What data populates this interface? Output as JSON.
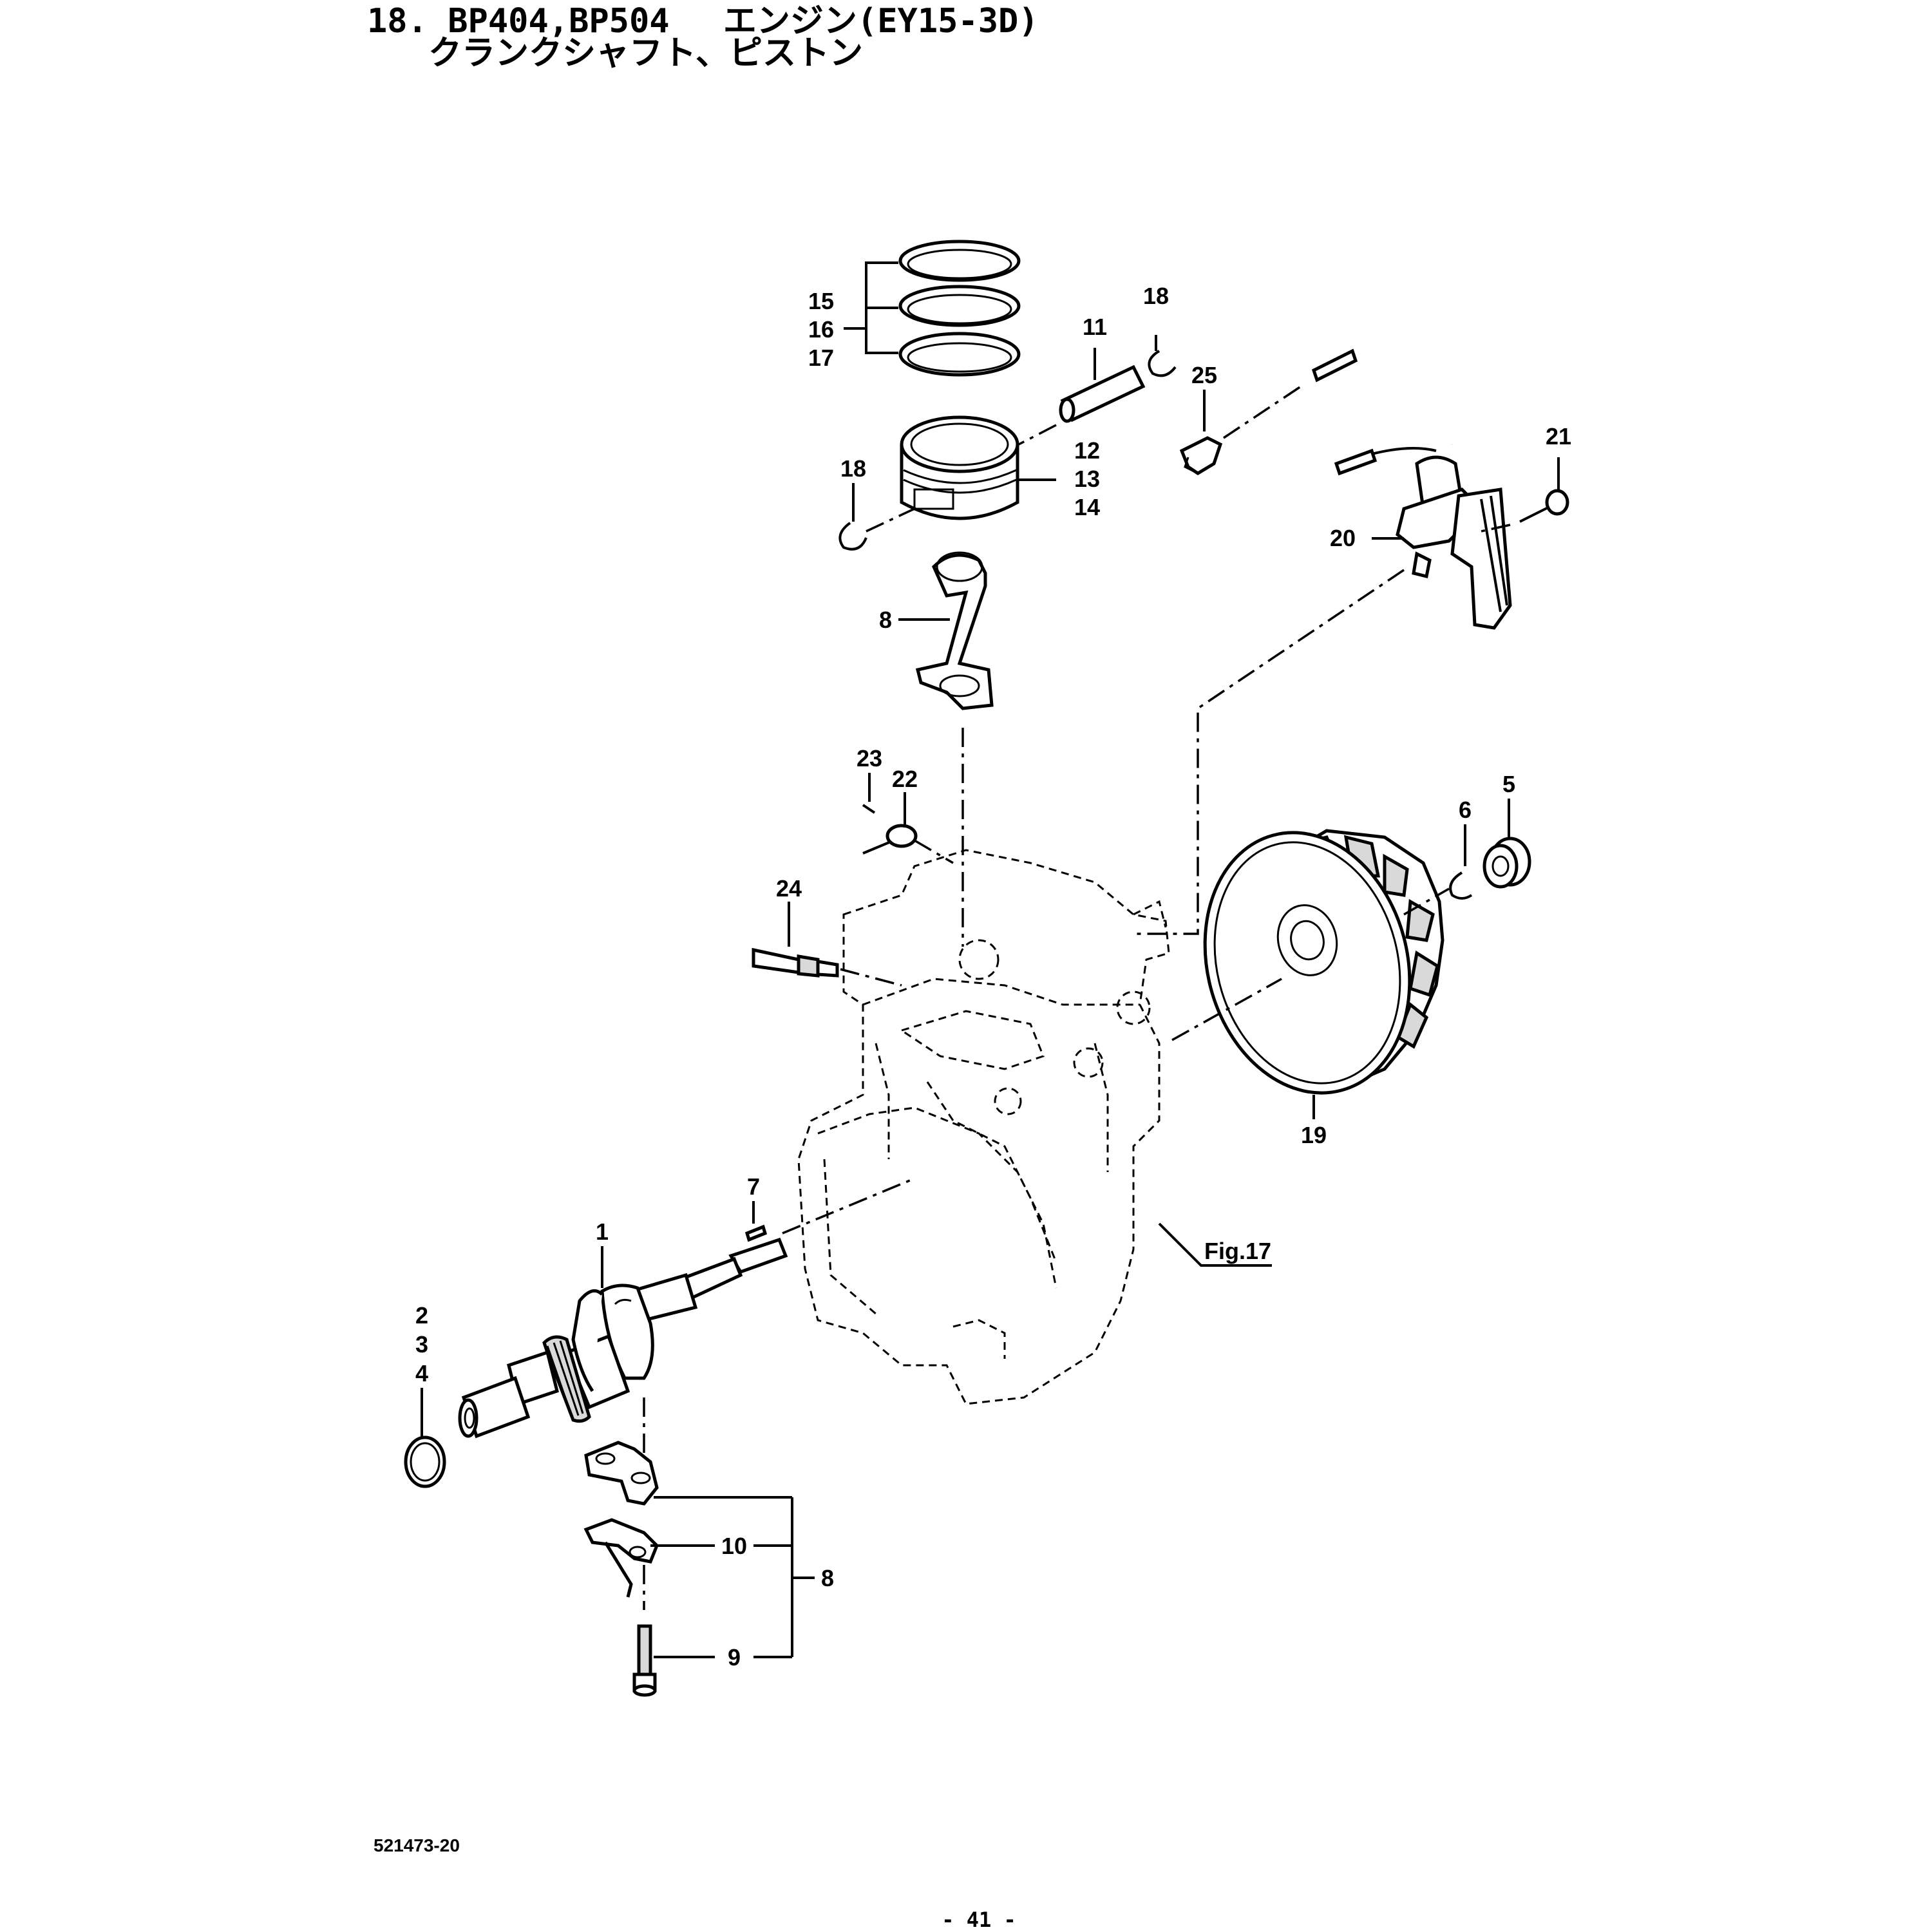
{
  "title": {
    "line1": "18. BP404,BP504　 エンジン(EY15-3D)",
    "line2": "クランクシャフト、ピストン"
  },
  "callouts": {
    "c1": "1",
    "c2": "2",
    "c3": "3",
    "c4": "4",
    "c5": "5",
    "c6": "6",
    "c7": "7",
    "c8_rod": "8",
    "c8_cap": "8",
    "c9": "9",
    "c10": "10",
    "c11": "11",
    "c12": "12",
    "c13": "13",
    "c14": "14",
    "c15": "15",
    "c16": "16",
    "c17": "17",
    "c18_right": "18",
    "c18_left": "18",
    "c19": "19",
    "c20": "20",
    "c21": "21",
    "c22": "22",
    "c23": "23",
    "c24": "24",
    "c25": "25"
  },
  "reference": {
    "fig": "Fig.17"
  },
  "footer": {
    "drawing_number": "521473-20",
    "page_number": "- 41 -"
  }
}
